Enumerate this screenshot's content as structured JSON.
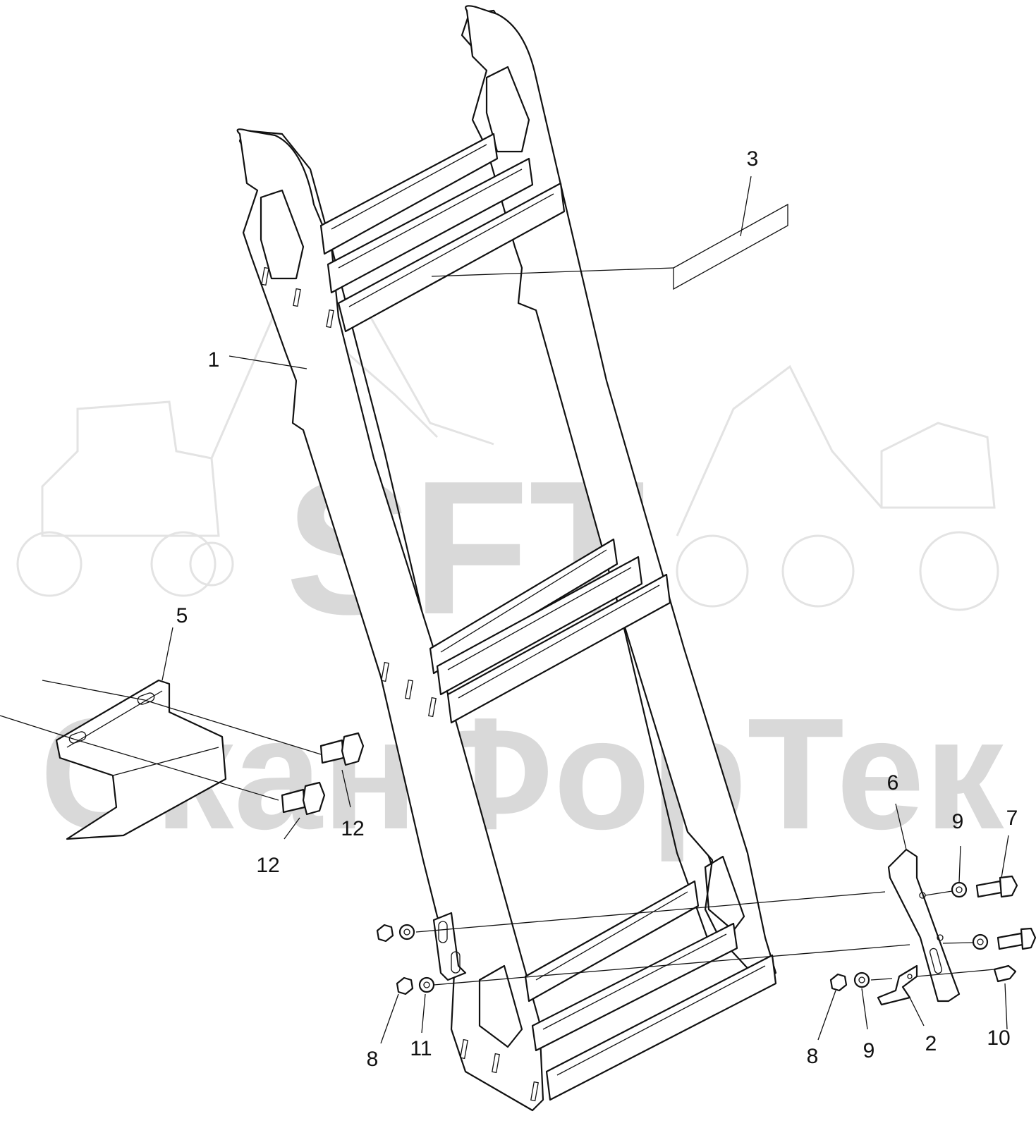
{
  "watermark": {
    "brand": "SFT",
    "company": "СканФорТек"
  },
  "callouts": [
    {
      "id": "1",
      "label": "1"
    },
    {
      "id": "2",
      "label": "2"
    },
    {
      "id": "3",
      "label": "3"
    },
    {
      "id": "5",
      "label": "5"
    },
    {
      "id": "6",
      "label": "6"
    },
    {
      "id": "7",
      "label": "7"
    },
    {
      "id": "8a",
      "label": "8"
    },
    {
      "id": "8b",
      "label": "8"
    },
    {
      "id": "9a",
      "label": "9"
    },
    {
      "id": "9b",
      "label": "9"
    },
    {
      "id": "10",
      "label": "10"
    },
    {
      "id": "11",
      "label": "11"
    },
    {
      "id": "12a",
      "label": "12"
    },
    {
      "id": "12b",
      "label": "12"
    }
  ]
}
